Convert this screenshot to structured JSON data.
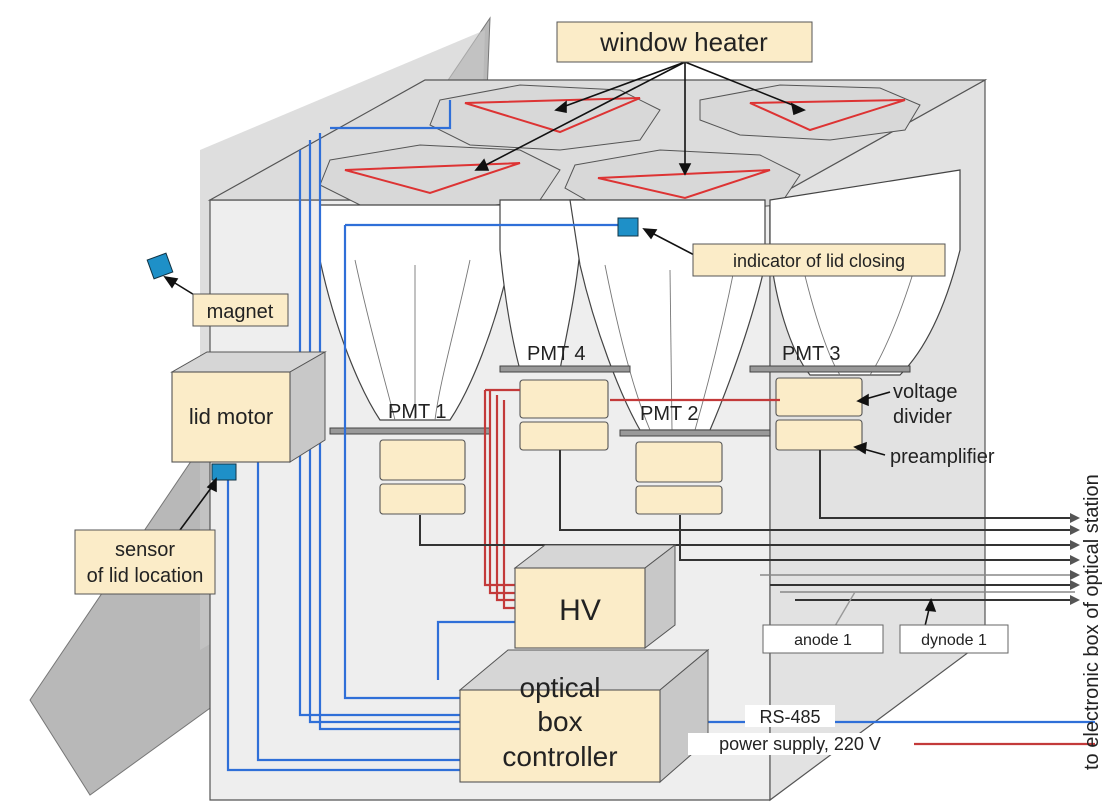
{
  "labels": {
    "window_heater": "window heater",
    "indicator": "indicator of lid closing",
    "magnet": "magnet",
    "lid_motor": "lid motor",
    "sensor_line1": "sensor",
    "sensor_line2": "of lid location",
    "pmt1": "PMT 1",
    "pmt2": "PMT 2",
    "pmt3": "PMT 3",
    "pmt4": "PMT 4",
    "voltage_divider_line1": "voltage",
    "voltage_divider_line2": "divider",
    "preamplifier": "preamplifier",
    "hv": "HV",
    "controller_line1": "optical",
    "controller_line2": "box",
    "controller_line3": "controller",
    "anode": "anode 1",
    "dynode": "dynode 1",
    "rs485": "RS-485",
    "power_supply": "power supply, 220 V",
    "electronic_box": "to electronic box of optical station"
  },
  "colors": {
    "label_fill": "#fbecc8",
    "signal_wire": "#2f6fd8",
    "power_wire": "#c33a3a",
    "sensor_block": "#1e90c8"
  }
}
